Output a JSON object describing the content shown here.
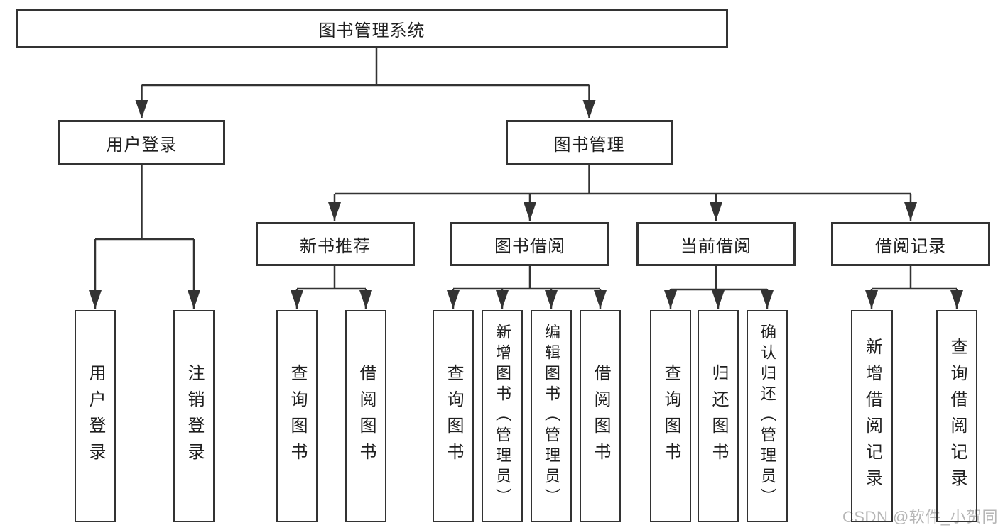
{
  "diagram": {
    "type": "functional-structure-tree",
    "tree": {
      "root": {
        "label": "图书管理系统",
        "children": [
          {
            "label": "用户登录",
            "children": [
              {
                "label": "用户登录"
              },
              {
                "label": "注销登录"
              }
            ]
          },
          {
            "label": "图书管理",
            "children": [
              {
                "label": "新书推荐",
                "children": [
                  {
                    "label": "查询图书"
                  },
                  {
                    "label": "借阅图书"
                  }
                ]
              },
              {
                "label": "图书借阅",
                "children": [
                  {
                    "label": "查询图书"
                  },
                  {
                    "label": "新增图书（管理员）"
                  },
                  {
                    "label": "编辑图书（管理员）"
                  },
                  {
                    "label": "借阅图书"
                  }
                ]
              },
              {
                "label": "当前借阅",
                "children": [
                  {
                    "label": "查询图书"
                  },
                  {
                    "label": "归还图书"
                  },
                  {
                    "label": "确认归还（管理员）"
                  }
                ]
              },
              {
                "label": "借阅记录",
                "children": [
                  {
                    "label": "新增借阅记录"
                  },
                  {
                    "label": "查询借阅记录"
                  }
                ]
              }
            ]
          }
        ]
      }
    },
    "colors": {
      "line": "#333333",
      "text": "#1f1f1f",
      "background": "#ffffff",
      "watermark": "#b6b6b6"
    }
  },
  "watermark": {
    "text": "CSDN @软件_小贺同学"
  }
}
